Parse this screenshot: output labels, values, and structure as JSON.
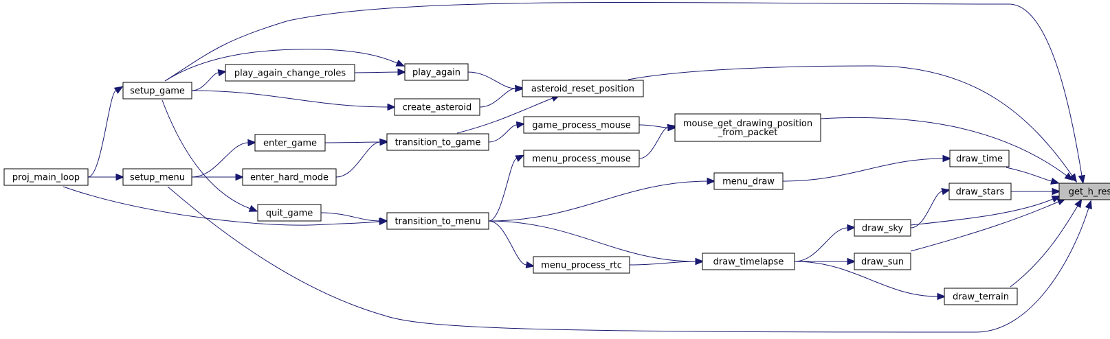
{
  "graph": {
    "edge_color": "#191970",
    "root_fill": "#bfbfbf",
    "nodes": [
      {
        "id": "get_h_res",
        "label": [
          "get_h_res"
        ]
      },
      {
        "id": "asteroid_reset_position",
        "label": [
          "asteroid_reset_position"
        ]
      },
      {
        "id": "mouse_get_drawing_position_from_packet",
        "label": [
          "mouse_get_drawing_position",
          "_from_packet"
        ]
      },
      {
        "id": "draw_time",
        "label": [
          "draw_time"
        ]
      },
      {
        "id": "draw_stars",
        "label": [
          "draw_stars"
        ]
      },
      {
        "id": "draw_sky",
        "label": [
          "draw_sky"
        ]
      },
      {
        "id": "draw_sun",
        "label": [
          "draw_sun"
        ]
      },
      {
        "id": "draw_terrain",
        "label": [
          "draw_terrain"
        ]
      },
      {
        "id": "menu_draw",
        "label": [
          "menu_draw"
        ]
      },
      {
        "id": "draw_timelapse",
        "label": [
          "draw_timelapse"
        ]
      },
      {
        "id": "game_process_mouse",
        "label": [
          "game_process_mouse"
        ]
      },
      {
        "id": "menu_process_mouse",
        "label": [
          "menu_process_mouse"
        ]
      },
      {
        "id": "menu_process_rtc",
        "label": [
          "menu_process_rtc"
        ]
      },
      {
        "id": "play_again",
        "label": [
          "play_again"
        ]
      },
      {
        "id": "create_asteroid",
        "label": [
          "create_asteroid"
        ]
      },
      {
        "id": "transition_to_game",
        "label": [
          "transition_to_game"
        ]
      },
      {
        "id": "transition_to_menu",
        "label": [
          "transition_to_menu"
        ]
      },
      {
        "id": "play_again_change_roles",
        "label": [
          "play_again_change_roles"
        ]
      },
      {
        "id": "enter_game",
        "label": [
          "enter_game"
        ]
      },
      {
        "id": "enter_hard_mode",
        "label": [
          "enter_hard_mode"
        ]
      },
      {
        "id": "quit_game",
        "label": [
          "quit_game"
        ]
      },
      {
        "id": "setup_game",
        "label": [
          "setup_game"
        ]
      },
      {
        "id": "setup_menu",
        "label": [
          "setup_menu"
        ]
      },
      {
        "id": "proj_main_loop",
        "label": [
          "proj_main_loop"
        ]
      }
    ],
    "edges": [
      {
        "from": "asteroid_reset_position",
        "to": "get_h_res"
      },
      {
        "from": "mouse_get_drawing_position_from_packet",
        "to": "get_h_res"
      },
      {
        "from": "draw_time",
        "to": "get_h_res"
      },
      {
        "from": "draw_stars",
        "to": "get_h_res"
      },
      {
        "from": "draw_sky",
        "to": "get_h_res"
      },
      {
        "from": "draw_sun",
        "to": "get_h_res"
      },
      {
        "from": "draw_terrain",
        "to": "get_h_res"
      },
      {
        "from": "setup_game",
        "to": "get_h_res"
      },
      {
        "from": "setup_menu",
        "to": "get_h_res"
      },
      {
        "from": "play_again",
        "to": "asteroid_reset_position"
      },
      {
        "from": "create_asteroid",
        "to": "asteroid_reset_position"
      },
      {
        "from": "transition_to_game",
        "to": "asteroid_reset_position"
      },
      {
        "from": "game_process_mouse",
        "to": "mouse_get_drawing_position_from_packet"
      },
      {
        "from": "menu_process_mouse",
        "to": "mouse_get_drawing_position_from_packet"
      },
      {
        "from": "menu_draw",
        "to": "draw_time"
      },
      {
        "from": "draw_sky",
        "to": "draw_stars"
      },
      {
        "from": "draw_timelapse",
        "to": "draw_sky"
      },
      {
        "from": "draw_timelapse",
        "to": "draw_sun"
      },
      {
        "from": "draw_timelapse",
        "to": "draw_terrain"
      },
      {
        "from": "transition_to_menu",
        "to": "menu_draw"
      },
      {
        "from": "transition_to_menu",
        "to": "draw_timelapse"
      },
      {
        "from": "menu_process_rtc",
        "to": "draw_timelapse"
      },
      {
        "from": "transition_to_game",
        "to": "game_process_mouse"
      },
      {
        "from": "transition_to_menu",
        "to": "menu_process_mouse"
      },
      {
        "from": "transition_to_menu",
        "to": "menu_process_rtc"
      },
      {
        "from": "setup_game",
        "to": "play_again"
      },
      {
        "from": "play_again_change_roles",
        "to": "play_again"
      },
      {
        "from": "setup_game",
        "to": "create_asteroid"
      },
      {
        "from": "enter_game",
        "to": "transition_to_game"
      },
      {
        "from": "enter_hard_mode",
        "to": "transition_to_game"
      },
      {
        "from": "quit_game",
        "to": "transition_to_menu"
      },
      {
        "from": "proj_main_loop",
        "to": "transition_to_menu"
      },
      {
        "from": "setup_game",
        "to": "play_again_change_roles"
      },
      {
        "from": "setup_menu",
        "to": "enter_game"
      },
      {
        "from": "setup_menu",
        "to": "enter_hard_mode"
      },
      {
        "from": "setup_game",
        "to": "quit_game"
      },
      {
        "from": "proj_main_loop",
        "to": "setup_game"
      },
      {
        "from": "proj_main_loop",
        "to": "setup_menu"
      }
    ]
  }
}
